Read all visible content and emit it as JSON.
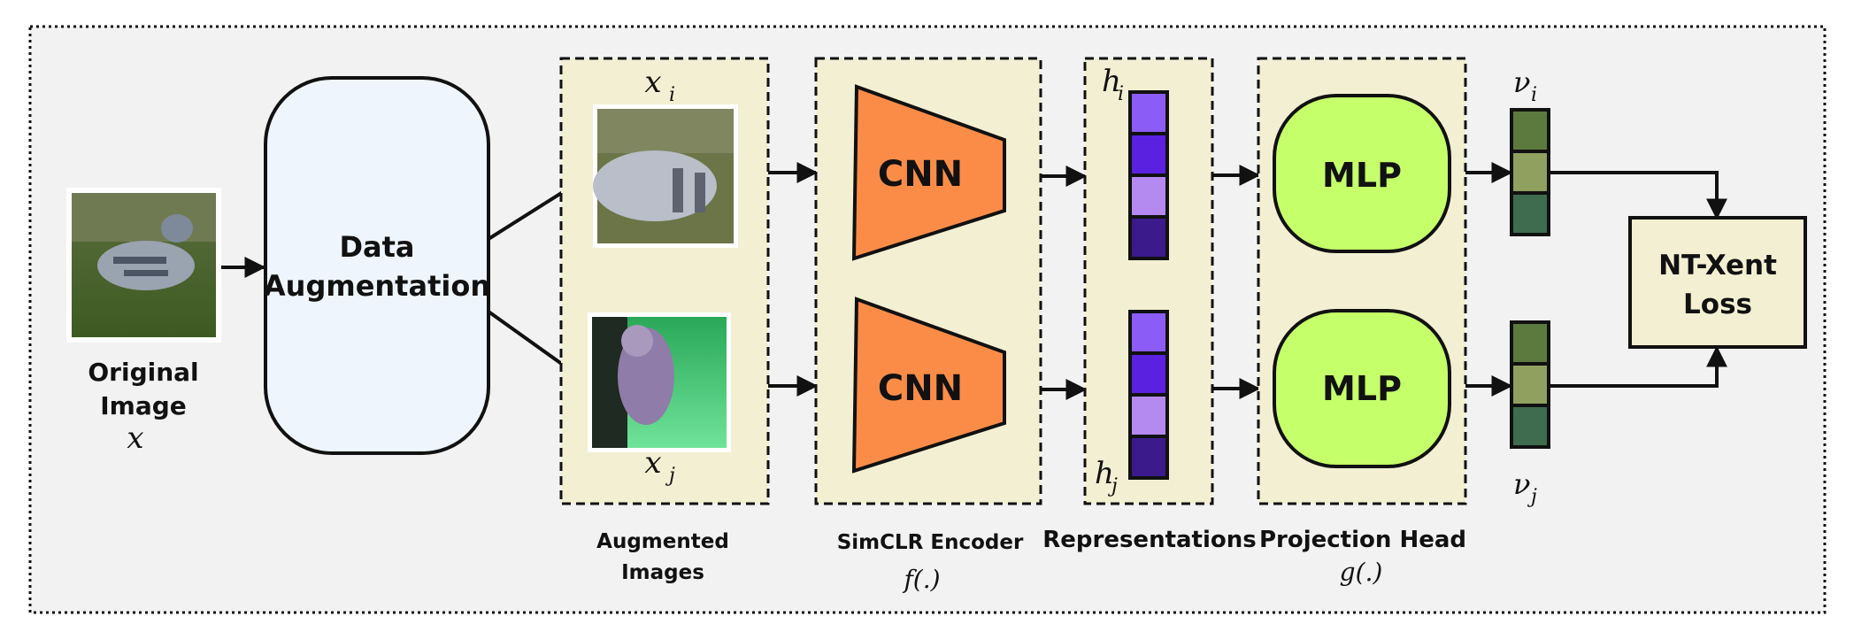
{
  "diagram": {
    "original": {
      "label_line1": "Original",
      "label_line2": "Image",
      "symbol": "x"
    },
    "augmentation": {
      "line1": "Data",
      "line2": "Augmentation"
    },
    "augmented": {
      "top_symbol": "x",
      "top_sub": "i",
      "bottom_symbol": "x",
      "bottom_sub": "j",
      "label_line1": "Augmented",
      "label_line2": "Images"
    },
    "encoder": {
      "block_label": "CNN",
      "caption": "SimCLR Encoder",
      "symbol": "f(.)"
    },
    "representations": {
      "caption": "Representations",
      "top_symbol": "h",
      "top_sub": "i",
      "bottom_symbol": "h",
      "bottom_sub": "j",
      "cell_colors": [
        "#8b5cf6",
        "#5b21e0",
        "#b48af0",
        "#3b1a8c"
      ]
    },
    "projection": {
      "block_label": "MLP",
      "caption": "Projection Head",
      "symbol": "g(.)"
    },
    "embeddings": {
      "top_symbol": "ν",
      "top_sub": "i",
      "bottom_symbol": "ν",
      "bottom_sub": "j",
      "cell_colors": [
        "#5d7a3e",
        "#8fa05f",
        "#3f6b4e"
      ]
    },
    "loss": {
      "line1": "NT-Xent",
      "line2": "Loss"
    },
    "colors": {
      "panel_bg": "#f1f2f1",
      "stage_bg": "#f3efd2",
      "aug_box": "#eef5fc",
      "cnn": "#fb8c47",
      "mlp": "#c5ff6a",
      "loss_box": "#f3efd2"
    }
  }
}
